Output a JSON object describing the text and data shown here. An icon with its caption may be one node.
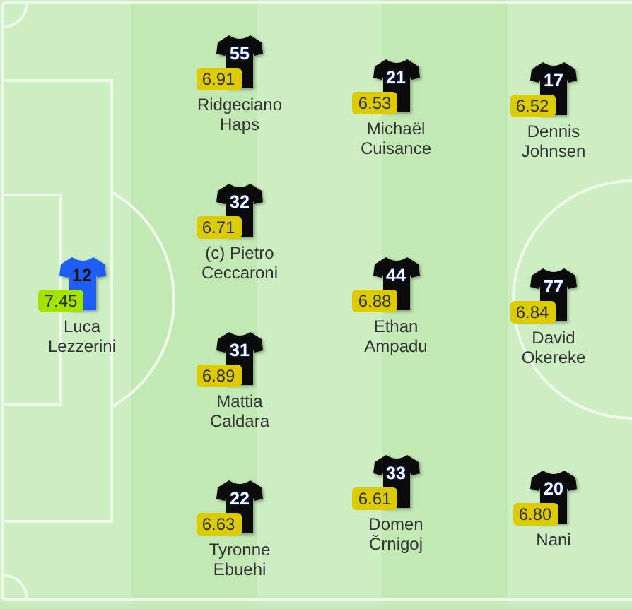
{
  "diagram": {
    "nodes": [
      {
        "text": [
          "12"
        ],
        "beside": [
          "7.45",
          "Luca Lezzerini"
        ]
      },
      {
        "text": [
          "55"
        ],
        "beside": [
          "6.91",
          "Ridgeciano Haps"
        ]
      },
      {
        "text": [
          "32"
        ],
        "beside": [
          "6.71",
          "(c) Pietro Ceccaroni"
        ]
      },
      {
        "text": [
          "31"
        ],
        "beside": [
          "6.89",
          "Mattia Caldara"
        ]
      },
      {
        "text": [
          "22"
        ],
        "beside": [
          "6.63",
          "Tyronne Ebuehi"
        ]
      },
      {
        "text": [
          "21"
        ],
        "beside": [
          "6.53",
          "Michaël Cuisance"
        ]
      },
      {
        "text": [
          "44"
        ],
        "beside": [
          "6.88",
          "Ethan Ampadu"
        ]
      },
      {
        "text": [
          "33"
        ],
        "beside": [
          "6.61",
          "Domen Črnigoj"
        ]
      },
      {
        "text": [
          "17"
        ],
        "beside": [
          "6.52",
          "Dennis Johnsen"
        ]
      },
      {
        "text": [
          "77"
        ],
        "beside": [
          "6.84",
          "David Okereke"
        ]
      },
      {
        "text": [
          "20"
        ],
        "beside": [
          "6.80",
          "Nani"
        ]
      }
    ]
  }
}
